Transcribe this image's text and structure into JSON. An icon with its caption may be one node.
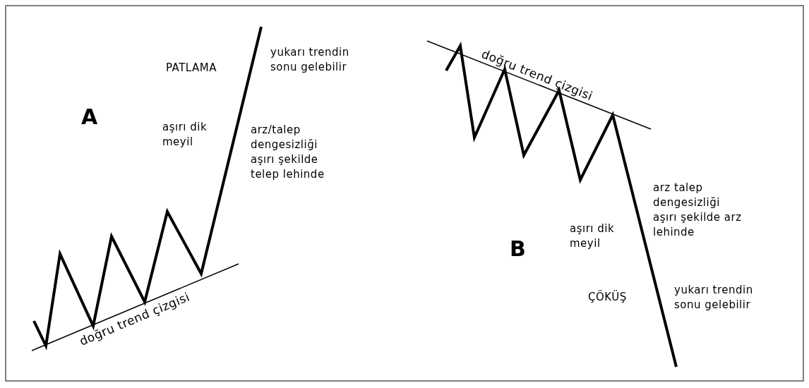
{
  "diagram": {
    "labels": [
      "PATLAMA",
      "yukarı trendin sonu gelebilir",
      "A",
      "aşırı dik meyil",
      "arz/talep dengesizliği aşırı şekilde telep lehinde",
      "doğru trend çizgisi",
      "doğru trend çizgisi",
      "arz talep dengesizliği aşırı şekilde arz lehinde",
      "B",
      "aşırı dik meyil",
      "ÇÖKÜŞ",
      "yukarı trendin sonu gelebilir"
    ]
  }
}
